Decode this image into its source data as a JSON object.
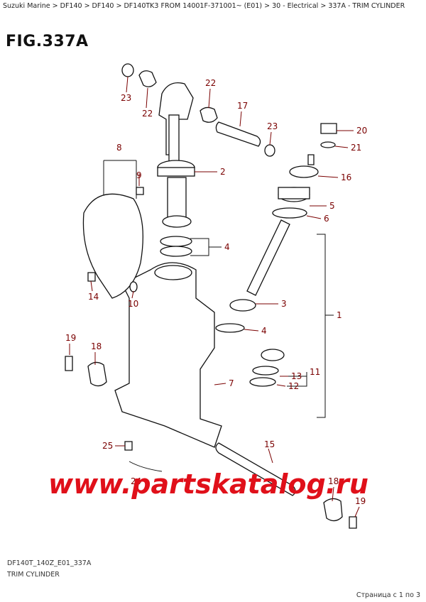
{
  "breadcrumb": "Suzuki Marine > DF140 > DF140 > DF140TK3 FROM 14001F-371001~ (E01) > 30 - Electrical > 337A - TRIM CYLINDER",
  "figure_title": "FIG.337A",
  "callouts": [
    "23",
    "22",
    "22",
    "17",
    "23",
    "20",
    "21",
    "8",
    "9",
    "2",
    "16",
    "5",
    "6",
    "4",
    "14",
    "10",
    "3",
    "1",
    "4",
    "19",
    "18",
    "13",
    "11",
    "12",
    "7",
    "25",
    "15",
    "24",
    "18",
    "19"
  ],
  "watermark": "www.partskatalog.ru",
  "drawing_code": "DF140T_140Z_E01_337A",
  "subtitle": "TRIM CYLINDER",
  "pager": "Страница с 1 по 3",
  "colors": {
    "callout": "#7a0000",
    "watermark": "#e0101a"
  }
}
